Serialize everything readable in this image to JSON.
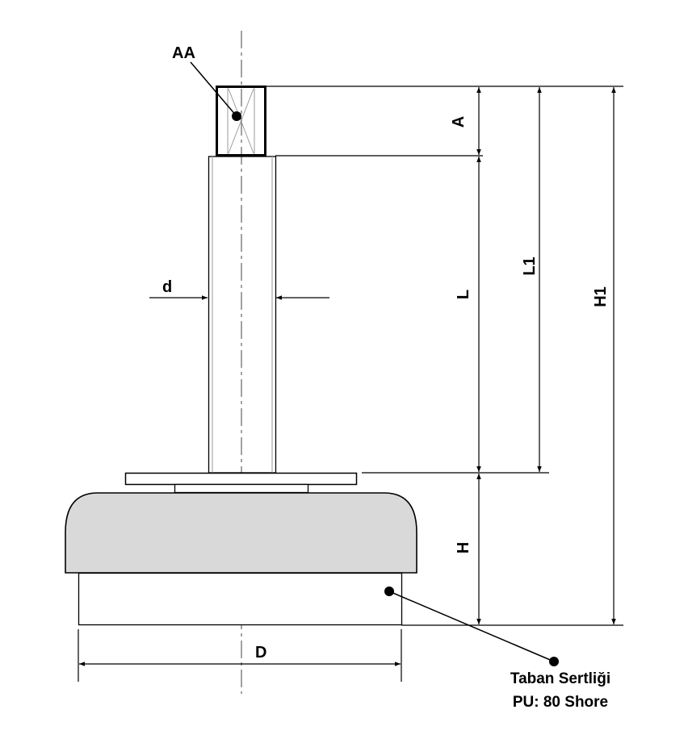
{
  "labels": {
    "part_code": "AA",
    "dim_A": "A",
    "dim_L": "L",
    "dim_L1": "L1",
    "dim_H1": "H1",
    "dim_H": "H",
    "dim_d": "d",
    "dim_D": "D"
  },
  "note": {
    "line1": "Taban Sertliği",
    "line2": "PU: 80 Shore"
  },
  "colors": {
    "pad_fill": "#d9d9d9",
    "line": "#000000",
    "inner_line": "#aaaaaa"
  }
}
